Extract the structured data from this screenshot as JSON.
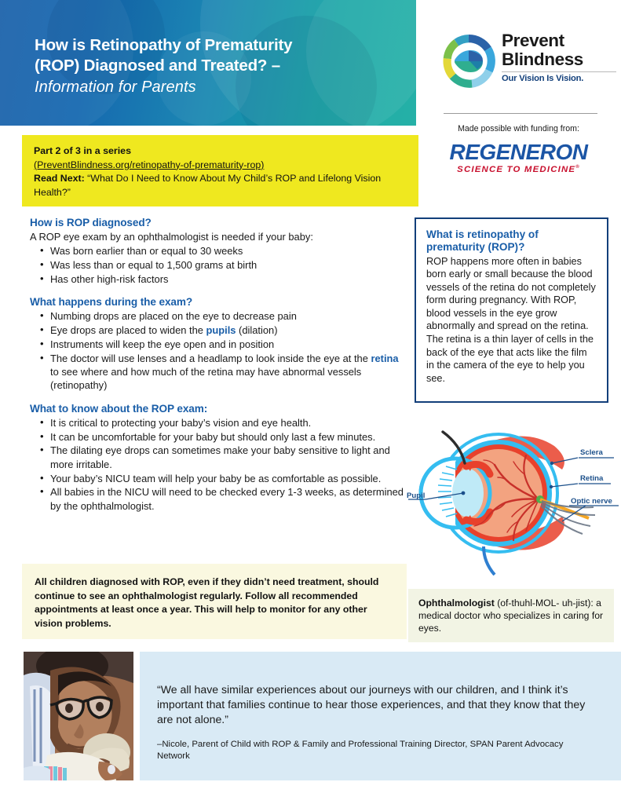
{
  "header": {
    "title_line1": "How is Retinopathy of Prematurity",
    "title_line2": "(ROP) Diagnosed and Treated? –",
    "subtitle": "Information for Parents",
    "gradient_start": "#1d63ab",
    "gradient_end": "#18ada2"
  },
  "logo": {
    "mark_icon": "prevent-blindness-eye-ring-icon",
    "name_line1": "Prevent",
    "name_line2": "Blindness",
    "tagline": "Our Vision Is Vision.",
    "funding_label": "Made possible with funding from:",
    "sponsor_name": "REGENERON",
    "sponsor_tagline": "SCIENCE TO MEDICINE",
    "sponsor_tagline_mark": "®",
    "sponsor_color": "#1b55a5",
    "sponsor_tagline_color": "#c8102e"
  },
  "series_banner": {
    "background": "#efe81f",
    "title": "Part 2 of 3 in a series",
    "url": "(PreventBlindness.org/retinopathy-of-prematurity-rop)",
    "read_next_label": "Read Next:",
    "read_next_text": " “What Do I Need to Know About My Child’s ROP and Lifelong Vision Health?”"
  },
  "sections": [
    {
      "heading": "How is ROP diagnosed?",
      "lead": "A ROP eye exam by an ophthalmologist is needed if your baby:",
      "items": [
        "Was born earlier than or equal to 30 weeks",
        "Was less than or equal to 1,500 grams at birth",
        "Has other high-risk factors"
      ]
    },
    {
      "heading": "What happens during the exam?",
      "lead": "",
      "items": [
        "Numbing drops are placed on the eye to decrease pain",
        "Eye drops are placed to widen the pupils (dilation)",
        "Instruments will keep the eye open and in position",
        "The doctor will use lenses and a headlamp to look inside the eye at the retina to see where and how much of the retina may have abnormal vessels (retinopathy)"
      ],
      "highlight_terms": [
        "pupils",
        "retina"
      ]
    },
    {
      "heading": "What to know about the ROP exam:",
      "lead": "",
      "items": [
        "It is critical to protecting your baby’s vision and eye health.",
        "It can be uncomfortable for your baby but should only last a few minutes.",
        "The dilating eye drops can sometimes make your baby sensitive to light and more irritable.",
        "Your baby’s NICU team will help your baby be as comfortable as possible.",
        "All babies in the NICU will need to be checked every 1-3 weeks, as determined by the ophthalmologist."
      ]
    }
  ],
  "info_box": {
    "heading_line1": "What is retinopathy of",
    "heading_line2": "prematurity (ROP)?",
    "body": "ROP happens more often in babies born early or small because the blood vessels of the retina do not completely form during pregnancy. With ROP, blood vessels in the eye grow abnormally and spread on the retina. The retina is a thin layer of cells in the back of the eye that acts like the film in the camera of the eye to help you see.",
    "border_color": "#123f7a"
  },
  "eye_diagram": {
    "icon": "eye-anatomy-cross-section-icon",
    "labels": {
      "pupil": "Pupil",
      "sclera": "Sclera",
      "retina": "Retina",
      "optic_nerve": "Optic nerve"
    },
    "label_color": "#1b4f8a"
  },
  "callout": {
    "background": "#faf8e0",
    "text": "All children diagnosed with ROP, even if they didn’t need treatment, should continue to see an ophthalmologist regularly. Follow all recommended appointments at least once a year. This will help to monitor for any other vision problems."
  },
  "definition": {
    "background": "#f2f4e4",
    "term": "Ophthalmologist",
    "body": " (of-thuhl-MOL- uh-jist): a medical doctor who specializes in caring for eyes."
  },
  "photo": {
    "icon": "mother-holding-newborn-photo",
    "alt": "Mother with eyeglasses holding her newborn baby"
  },
  "quote": {
    "background": "#d9eaf5",
    "text": "“We all have similar experiences about our journeys with our children, and I think it’s important that families continue to hear those experiences, and that they know that they are not alone.”",
    "attribution": "–Nicole, Parent of Child with ROP & Family and Professional Training Director, SPAN Parent Advocacy Network"
  }
}
